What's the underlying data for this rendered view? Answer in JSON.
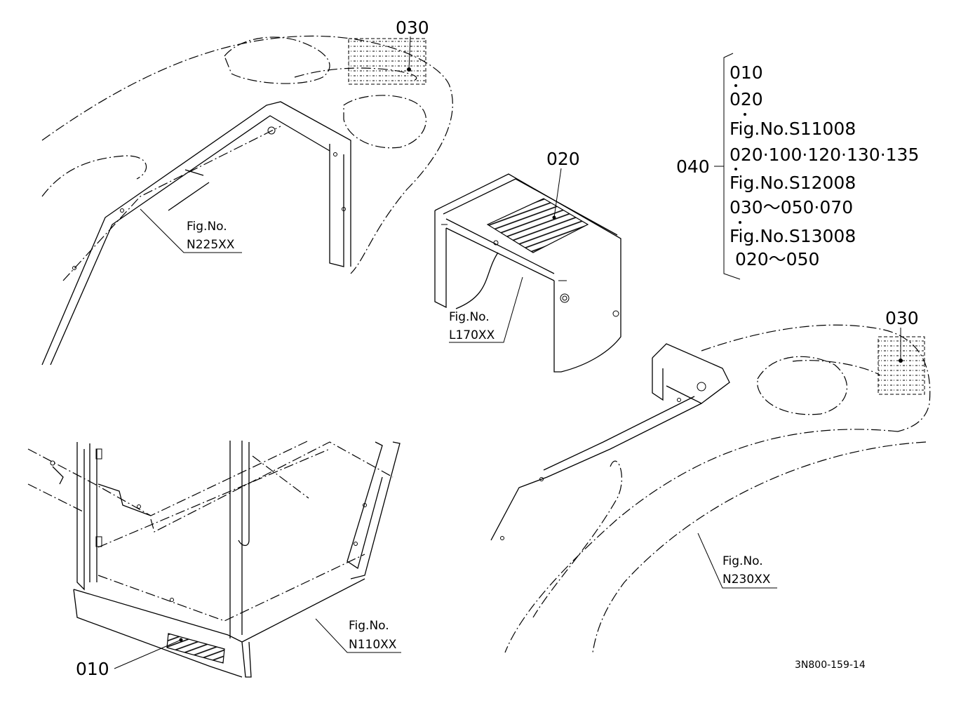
{
  "callouts": {
    "c030_top": "030",
    "c020": "020",
    "c040": "040",
    "c030_right": "030",
    "c010": "010"
  },
  "fig_refs": {
    "n225": {
      "line1": "Fig.No.",
      "line2": "N225XX"
    },
    "l170": {
      "line1": "Fig.No.",
      "line2": "L170XX"
    },
    "n230": {
      "line1": "Fig.No.",
      "line2": "N230XX"
    },
    "n110": {
      "line1": "Fig.No.",
      "line2": "N110XX"
    }
  },
  "legend_040": [
    "010",
    "020",
    "Fig.No.S11008",
    "020·100·120·130·135",
    "Fig.No.S12008",
    "030～050·070",
    "Fig.No.S13008",
    " 020～050"
  ],
  "drawing_code": "3N800-159-14",
  "colors": {
    "line": "#000000",
    "background": "#ffffff"
  }
}
